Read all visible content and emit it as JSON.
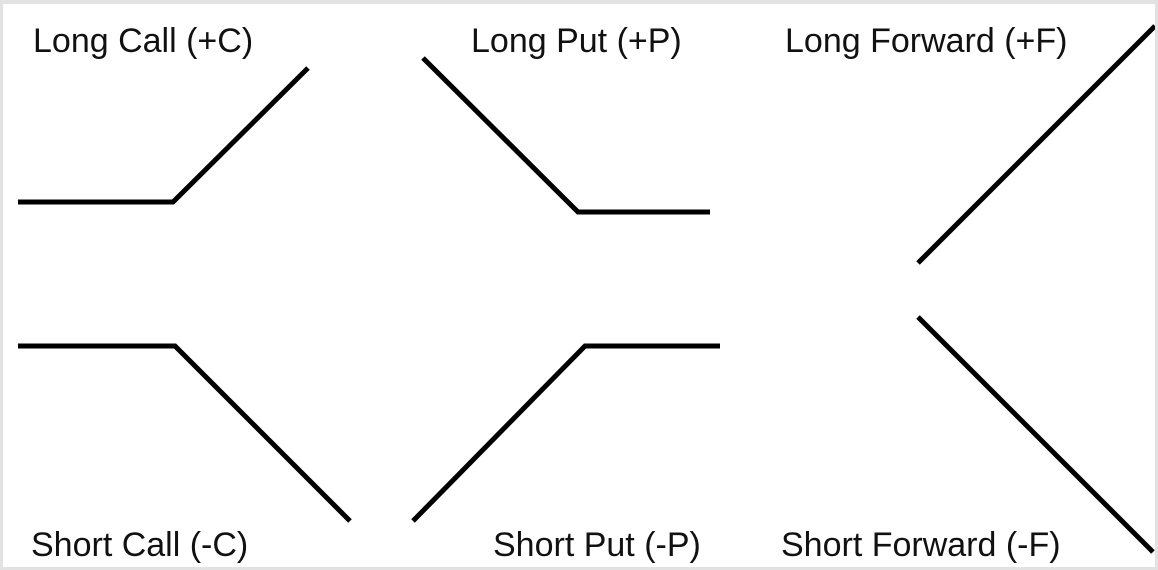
{
  "panels": [
    {
      "id": "long-call",
      "label": "Long Call (+C)"
    },
    {
      "id": "long-put",
      "label": "Long Put (+P)"
    },
    {
      "id": "long-forward",
      "label": "Long Forward (+F)"
    },
    {
      "id": "short-call",
      "label": "Short Call (-C)"
    },
    {
      "id": "short-put",
      "label": "Short Put (-P)"
    },
    {
      "id": "short-forward",
      "label": "Short Forward (-F)"
    }
  ],
  "colors": {
    "line": "#000000",
    "text": "#111111",
    "border": "#e2e2e2"
  }
}
